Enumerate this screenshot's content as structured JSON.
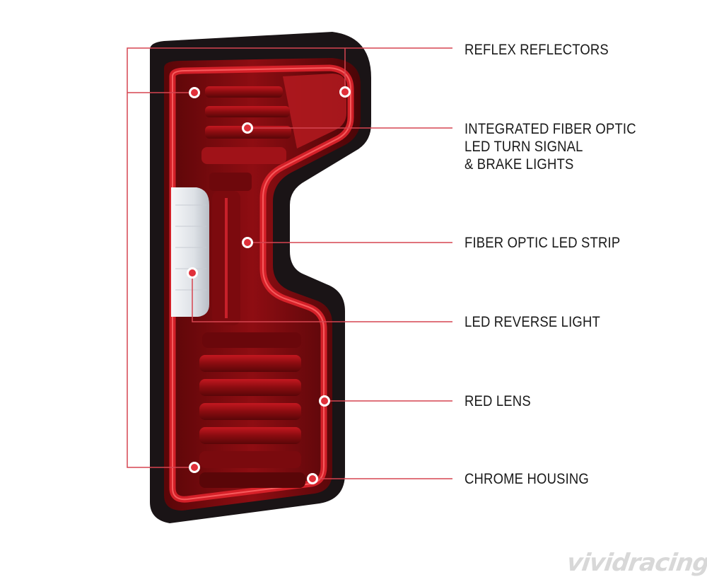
{
  "callouts": {
    "reflex_reflectors": "REFLEX REFLECTORS",
    "fiber_optic_turn_brake": [
      "INTEGRATED FIBER OPTIC",
      "LED TURN SIGNAL",
      "& BRAKE LIGHTS"
    ],
    "fiber_optic_strip": "FIBER OPTIC LED STRIP",
    "led_reverse_light": "LED REVERSE LIGHT",
    "red_lens": "RED LENS",
    "chrome_housing": "CHROME HOUSING"
  },
  "watermark": "vividracing",
  "colors": {
    "leader_line": "#d64550",
    "dot": "#e0303a",
    "lens_red": "#b0101a",
    "housing": "#1a1416",
    "reverse_lens": "#eef0f3"
  }
}
